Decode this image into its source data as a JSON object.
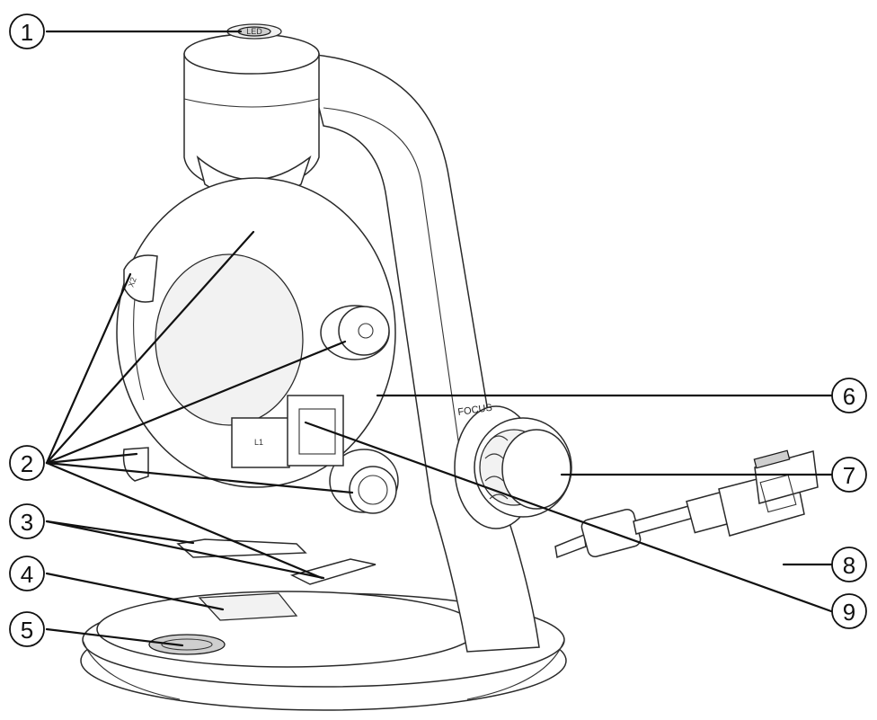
{
  "diagram": {
    "callouts": [
      {
        "id": 1,
        "label": "1"
      },
      {
        "id": 2,
        "label": "2"
      },
      {
        "id": 3,
        "label": "3"
      },
      {
        "id": 4,
        "label": "4"
      },
      {
        "id": 5,
        "label": "5"
      },
      {
        "id": 6,
        "label": "6"
      },
      {
        "id": 7,
        "label": "7"
      },
      {
        "id": 8,
        "label": "8"
      },
      {
        "id": 9,
        "label": "9"
      }
    ],
    "knob_label": "FOCUS",
    "led_label": "LED"
  }
}
